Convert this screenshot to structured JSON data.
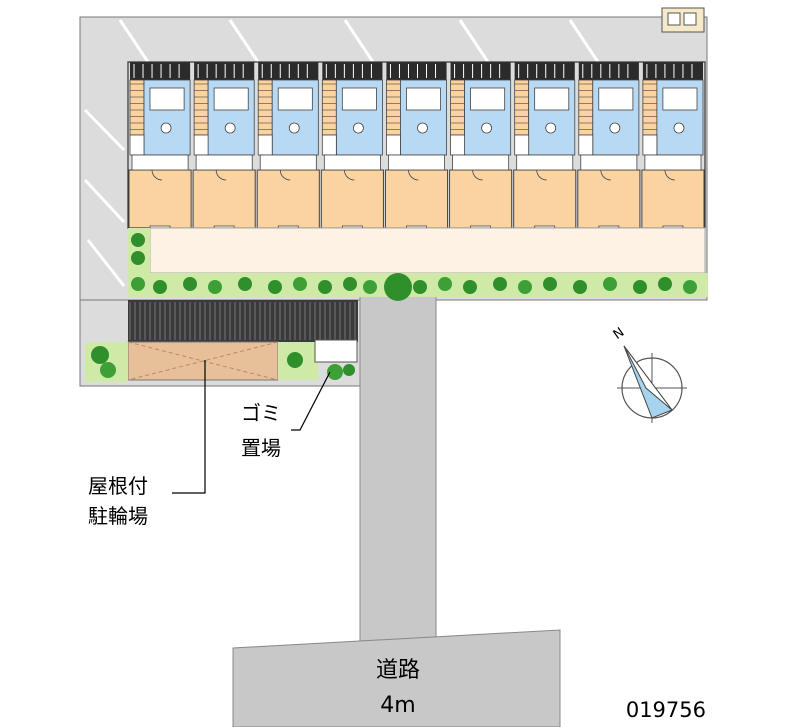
{
  "labels": {
    "garbage_line1": "ゴミ",
    "garbage_line2": "置場",
    "bike_line1": "屋根付",
    "bike_line2": "駐輪場",
    "road_line1": "道路",
    "road_line2": "4m",
    "property_id": "019756",
    "compass_letter": "N"
  },
  "building": {
    "unit_count": 9
  },
  "colors": {
    "lot": "#dcdcdc",
    "road": "#c8c8c8",
    "room": "#fbd3a0",
    "water": "#b8d9f3",
    "corridor": "#fdf2e4",
    "hedge": "#cfeaa6",
    "tree": "#2f8f2a",
    "parking_stripe": "#ffffff",
    "bike_roof": "#e7bf99",
    "bike_floor": "#3a3a3a",
    "compass_fill": "#a6d4ef"
  }
}
